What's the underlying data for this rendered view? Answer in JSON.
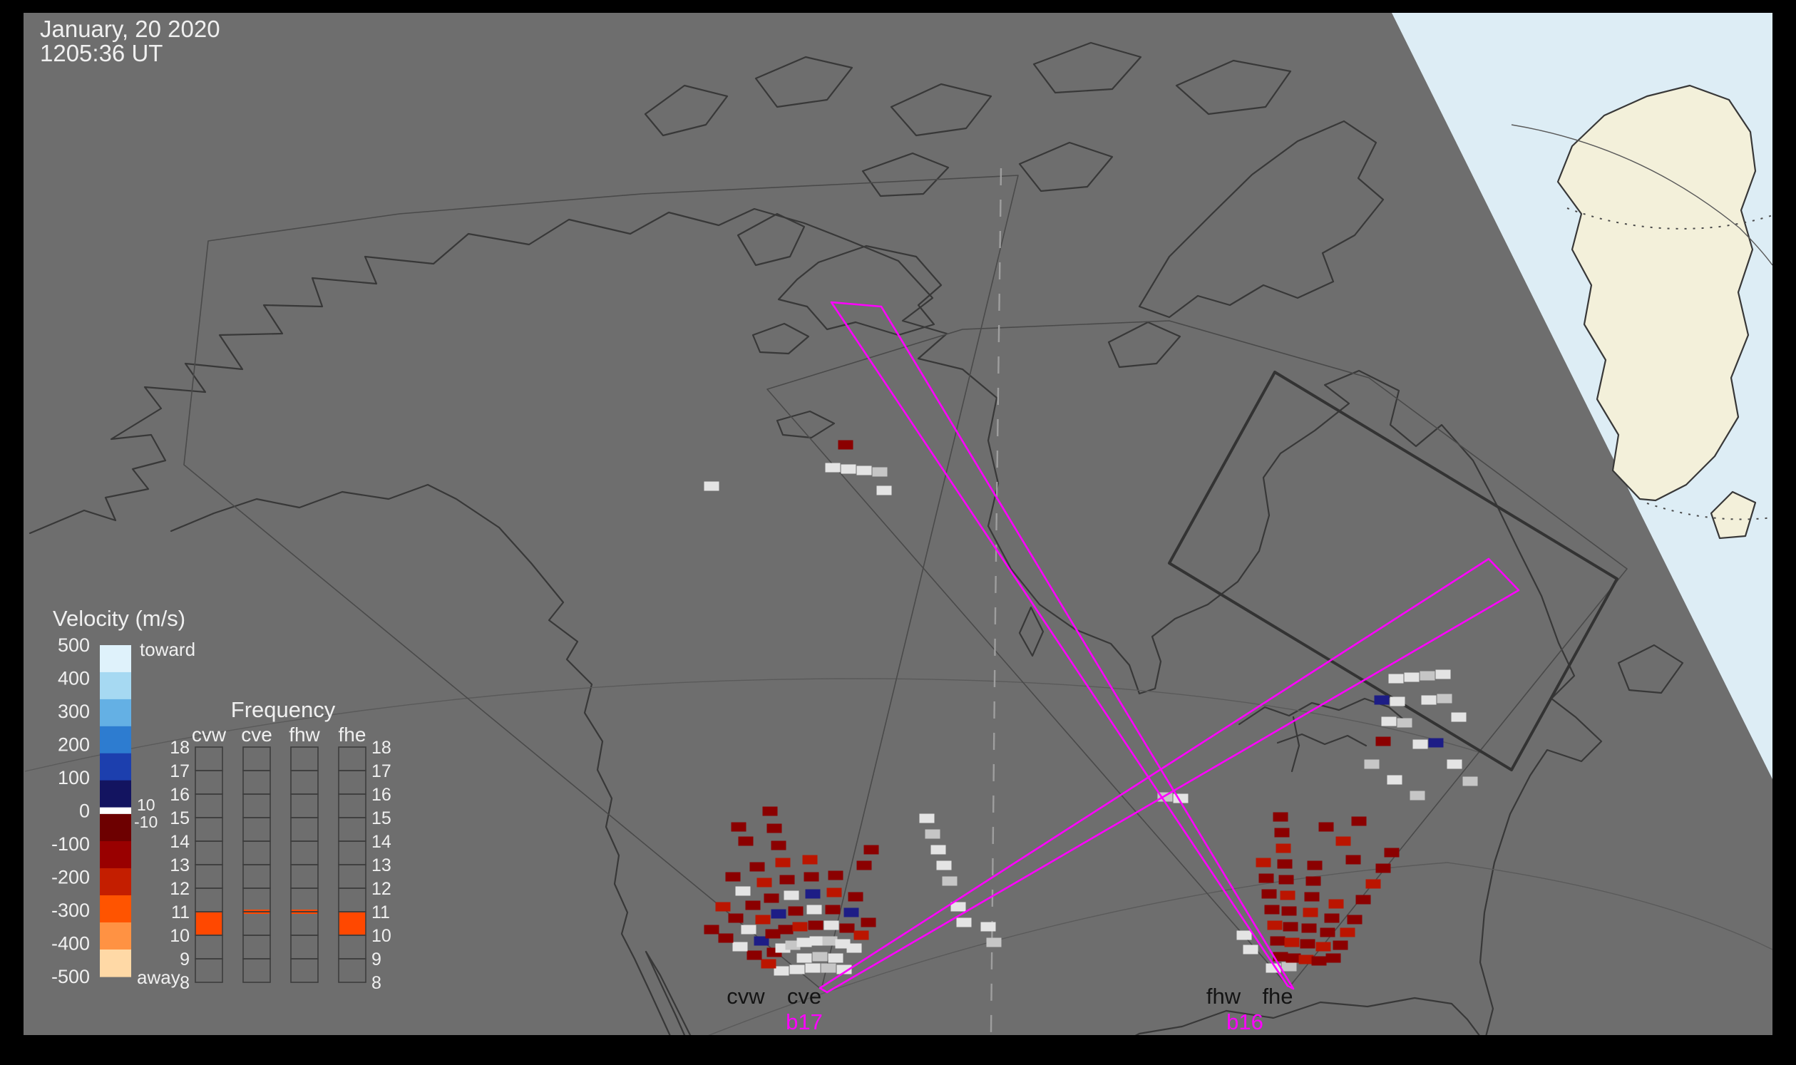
{
  "header": {
    "date_line1": "January, 20 2020",
    "date_line2": "1205:36 UT"
  },
  "velocity_legend": {
    "title": "Velocity (m/s)",
    "toward_label": "toward",
    "away_label": "away",
    "ticks": [
      "500",
      "400",
      "300",
      "200",
      "100",
      "0",
      "-100",
      "-200",
      "-300",
      "-400",
      "-500"
    ],
    "inner_ticks": [
      "10",
      "-10"
    ],
    "toward_colors": [
      "#dff2fb",
      "#a6d9f2",
      "#64b0e4",
      "#2d7cd0",
      "#1c3fae",
      "#131460"
    ],
    "zero_color": "#ffffff",
    "away_colors": [
      "#6d0000",
      "#990000",
      "#c41e00",
      "#ff5400",
      "#ff9243",
      "#ffd9a6"
    ]
  },
  "frequency_panel": {
    "title": "Frequency",
    "columns": [
      "cvw",
      "cve",
      "fhw",
      "fhe"
    ],
    "ticks": [
      "18",
      "17",
      "16",
      "15",
      "14",
      "13",
      "12",
      "11",
      "10",
      "9",
      "8"
    ],
    "highlight_color": "#ff4800",
    "highlights": [
      {
        "column": "cvw",
        "type": "block",
        "from": "10",
        "to": "11"
      },
      {
        "column": "cve",
        "type": "line",
        "at": "11"
      },
      {
        "column": "fhw",
        "type": "line",
        "at": "11"
      },
      {
        "column": "fhe",
        "type": "block",
        "from": "10",
        "to": "11"
      }
    ]
  },
  "radars": {
    "left": {
      "labels": [
        "cvw",
        "cve"
      ],
      "beam_label": "b17"
    },
    "right": {
      "labels": [
        "fhw",
        "fhe"
      ],
      "beam_label": "b16"
    }
  },
  "colors": {
    "background": "#000000",
    "map_night": "#6e6e6e",
    "map_day_sea": "#ddedf5",
    "map_day_land": "#f3f0da",
    "coastline": "#383838",
    "beam_outline": "#ff00ff",
    "frequency_highlight": "#ff4800",
    "cell_palette": {
      "w": "#e4e4e4",
      "g": "#c6c6c6",
      "dr": "#8b0000",
      "r": "#bb1500",
      "n": "#1d1d86"
    }
  },
  "map": {
    "cells": [
      [
        1096,
        1362,
        "w"
      ],
      [
        1118,
        1360,
        "w"
      ],
      [
        1140,
        1358,
        "w"
      ],
      [
        1162,
        1358,
        "g"
      ],
      [
        1184,
        1360,
        "w"
      ],
      [
        1128,
        1344,
        "w"
      ],
      [
        1150,
        1342,
        "g"
      ],
      [
        1172,
        1344,
        "w"
      ],
      [
        1078,
        1352,
        "r"
      ],
      [
        1058,
        1340,
        "dr"
      ],
      [
        1038,
        1328,
        "w"
      ],
      [
        1018,
        1316,
        "dr"
      ],
      [
        998,
        1304,
        "dr"
      ],
      [
        1086,
        1336,
        "dr"
      ],
      [
        1068,
        1320,
        "n"
      ],
      [
        1050,
        1304,
        "w"
      ],
      [
        1032,
        1288,
        "dr"
      ],
      [
        1014,
        1272,
        "r"
      ],
      [
        1098,
        1330,
        "w"
      ],
      [
        1084,
        1310,
        "dr"
      ],
      [
        1070,
        1290,
        "r"
      ],
      [
        1056,
        1270,
        "dr"
      ],
      [
        1042,
        1250,
        "w"
      ],
      [
        1028,
        1230,
        "dr"
      ],
      [
        1112,
        1326,
        "g"
      ],
      [
        1102,
        1304,
        "dr"
      ],
      [
        1092,
        1282,
        "n"
      ],
      [
        1082,
        1260,
        "dr"
      ],
      [
        1072,
        1238,
        "r"
      ],
      [
        1062,
        1216,
        "dr"
      ],
      [
        1128,
        1322,
        "w"
      ],
      [
        1122,
        1300,
        "r"
      ],
      [
        1116,
        1278,
        "dr"
      ],
      [
        1110,
        1256,
        "w"
      ],
      [
        1104,
        1234,
        "dr"
      ],
      [
        1098,
        1210,
        "r"
      ],
      [
        1092,
        1186,
        "dr"
      ],
      [
        1086,
        1162,
        "dr"
      ],
      [
        1146,
        1320,
        "w"
      ],
      [
        1144,
        1298,
        "dr"
      ],
      [
        1142,
        1276,
        "w"
      ],
      [
        1140,
        1254,
        "n"
      ],
      [
        1138,
        1230,
        "dr"
      ],
      [
        1136,
        1206,
        "r"
      ],
      [
        1164,
        1320,
        "g"
      ],
      [
        1166,
        1298,
        "w"
      ],
      [
        1168,
        1276,
        "dr"
      ],
      [
        1170,
        1252,
        "r"
      ],
      [
        1172,
        1228,
        "dr"
      ],
      [
        1182,
        1324,
        "w"
      ],
      [
        1188,
        1302,
        "dr"
      ],
      [
        1194,
        1280,
        "n"
      ],
      [
        1200,
        1258,
        "dr"
      ],
      [
        1198,
        1330,
        "w"
      ],
      [
        1208,
        1312,
        "r"
      ],
      [
        1218,
        1294,
        "dr"
      ],
      [
        1046,
        1180,
        "dr"
      ],
      [
        1036,
        1160,
        "dr"
      ],
      [
        1080,
        1138,
        "dr"
      ],
      [
        1212,
        1214,
        "dr"
      ],
      [
        1222,
        1192,
        "dr"
      ],
      [
        1786,
        1358,
        "w"
      ],
      [
        1808,
        1356,
        "g"
      ],
      [
        1754,
        1332,
        "w"
      ],
      [
        1745,
        1312,
        "w"
      ],
      [
        1796,
        1342,
        "dr"
      ],
      [
        1792,
        1320,
        "dr"
      ],
      [
        1788,
        1298,
        "r"
      ],
      [
        1784,
        1276,
        "dr"
      ],
      [
        1780,
        1254,
        "dr"
      ],
      [
        1776,
        1232,
        "dr"
      ],
      [
        1772,
        1210,
        "r"
      ],
      [
        1814,
        1344,
        "dr"
      ],
      [
        1812,
        1322,
        "r"
      ],
      [
        1810,
        1300,
        "dr"
      ],
      [
        1808,
        1278,
        "dr"
      ],
      [
        1806,
        1256,
        "r"
      ],
      [
        1804,
        1234,
        "dr"
      ],
      [
        1802,
        1212,
        "dr"
      ],
      [
        1800,
        1190,
        "r"
      ],
      [
        1798,
        1168,
        "dr"
      ],
      [
        1796,
        1146,
        "dr"
      ],
      [
        1832,
        1346,
        "r"
      ],
      [
        1834,
        1324,
        "dr"
      ],
      [
        1836,
        1302,
        "dr"
      ],
      [
        1838,
        1280,
        "r"
      ],
      [
        1840,
        1258,
        "dr"
      ],
      [
        1842,
        1236,
        "dr"
      ],
      [
        1844,
        1214,
        "dr"
      ],
      [
        1850,
        1348,
        "dr"
      ],
      [
        1856,
        1328,
        "r"
      ],
      [
        1862,
        1308,
        "dr"
      ],
      [
        1868,
        1288,
        "dr"
      ],
      [
        1874,
        1268,
        "r"
      ],
      [
        1870,
        1344,
        "dr"
      ],
      [
        1880,
        1326,
        "dr"
      ],
      [
        1890,
        1308,
        "r"
      ],
      [
        1900,
        1290,
        "dr"
      ],
      [
        1912,
        1262,
        "dr"
      ],
      [
        1926,
        1240,
        "r"
      ],
      [
        1940,
        1218,
        "dr"
      ],
      [
        1898,
        1206,
        "dr"
      ],
      [
        1884,
        1180,
        "r"
      ],
      [
        1860,
        1160,
        "dr"
      ],
      [
        1952,
        1196,
        "dr"
      ],
      [
        1906,
        1152,
        "dr"
      ],
      [
        1300,
        1148,
        "w"
      ],
      [
        1308,
        1170,
        "g"
      ],
      [
        1316,
        1192,
        "w"
      ],
      [
        1324,
        1214,
        "w"
      ],
      [
        1332,
        1236,
        "g"
      ],
      [
        1344,
        1272,
        "w"
      ],
      [
        1352,
        1294,
        "w"
      ],
      [
        1386,
        1300,
        "w"
      ],
      [
        1394,
        1322,
        "g"
      ],
      [
        1168,
        656,
        "w"
      ],
      [
        1190,
        658,
        "w"
      ],
      [
        1212,
        660,
        "w"
      ],
      [
        1234,
        662,
        "g"
      ],
      [
        1186,
        624,
        "dr"
      ],
      [
        1240,
        688,
        "w"
      ],
      [
        998,
        682,
        "w"
      ],
      [
        1958,
        952,
        "w"
      ],
      [
        1980,
        950,
        "w"
      ],
      [
        2002,
        948,
        "g"
      ],
      [
        2024,
        946,
        "w"
      ],
      [
        1938,
        982,
        "n"
      ],
      [
        1960,
        984,
        "w"
      ],
      [
        2004,
        982,
        "w"
      ],
      [
        2026,
        980,
        "g"
      ],
      [
        1948,
        1012,
        "w"
      ],
      [
        1970,
        1014,
        "g"
      ],
      [
        2046,
        1006,
        "w"
      ],
      [
        1940,
        1040,
        "dr"
      ],
      [
        1992,
        1044,
        "w"
      ],
      [
        2014,
        1042,
        "n"
      ],
      [
        1924,
        1072,
        "g"
      ],
      [
        1956,
        1094,
        "w"
      ],
      [
        1988,
        1116,
        "g"
      ],
      [
        2040,
        1072,
        "w"
      ],
      [
        2062,
        1096,
        "g"
      ],
      [
        1634,
        1118,
        "g"
      ],
      [
        1656,
        1120,
        "w"
      ]
    ]
  }
}
